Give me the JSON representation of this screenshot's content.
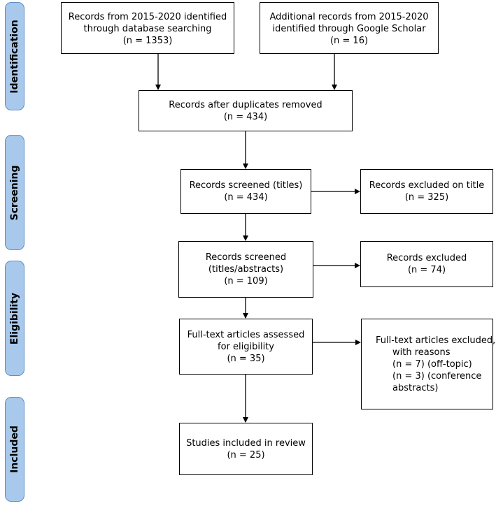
{
  "phases": {
    "identification": "Identification",
    "screening": "Screening",
    "eligibility": "Eligibility",
    "included": "Included"
  },
  "boxes": {
    "database": [
      "Records from 2015-2020 identified",
      "through database searching",
      "(n = 1353)"
    ],
    "scholar": [
      "Additional records from 2015-2020",
      "identified through Google Scholar",
      "(n = 16)"
    ],
    "duplicates": [
      "Records after duplicates removed",
      "(n = 434)"
    ],
    "screened_titles": [
      "Records screened (titles)",
      "(n = 434)"
    ],
    "excluded_title": [
      "Records excluded on title",
      "(n = 325)"
    ],
    "screened_abstracts": [
      "Records screened",
      "(titles/abstracts)",
      "(n = 109)"
    ],
    "excluded": [
      "Records excluded",
      "(n = 74)"
    ],
    "fulltext": [
      "Full-text articles assessed",
      "for eligibility",
      "(n = 35)"
    ],
    "fulltext_excluded": [
      "Full-text articles excluded,",
      "with reasons",
      "(n = 7) (off-topic)",
      "(n = 3) (conference",
      "abstracts)"
    ],
    "included": [
      "Studies included in review",
      "(n = 25)"
    ]
  }
}
